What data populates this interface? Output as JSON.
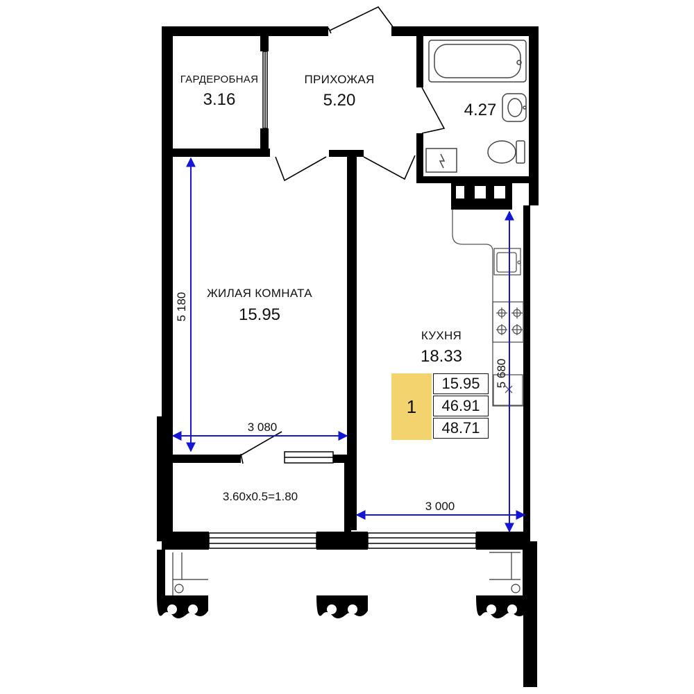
{
  "rooms": {
    "wardrobe": {
      "name": "ГАРДЕРОБНАЯ",
      "area": "3.16"
    },
    "hall": {
      "name": "ПРИХОЖАЯ",
      "area": "5.20"
    },
    "bathroom": {
      "area": "4.27"
    },
    "living": {
      "name": "ЖИЛАЯ КОМНАТА",
      "area": "15.95"
    },
    "kitchen": {
      "name": "КУХНЯ",
      "area": "18.33"
    },
    "balcony": {
      "formula": "3.60x0.5=1.80"
    }
  },
  "dimensions": {
    "living_height": "5 180",
    "living_width": "3 080",
    "kitchen_height": "5 680",
    "kitchen_width": "3 000"
  },
  "summary": {
    "rooms_count": "1",
    "living_area": "15.95",
    "total_area": "46.91",
    "total_with_balcony": "48.71"
  },
  "colors": {
    "wall": "#000000",
    "dimension_line": "#1515d6",
    "summary_highlight": "#f3d36e",
    "fixture_line": "#555555"
  }
}
